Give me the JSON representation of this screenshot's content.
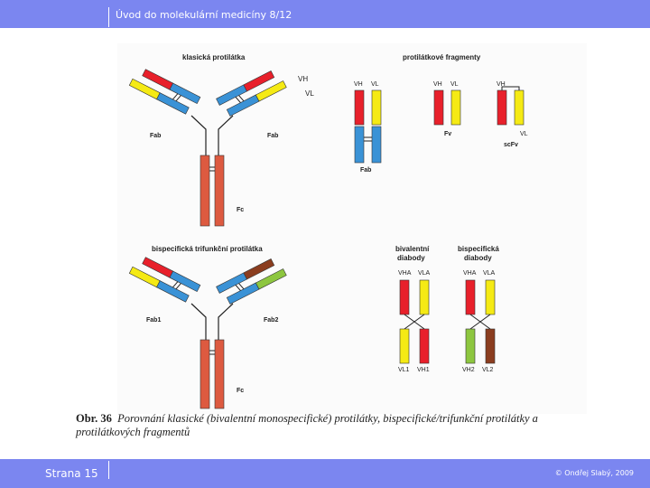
{
  "header": {
    "title": "Úvod do molekulární medicíny 8/12"
  },
  "footer": {
    "page": "Strana 15",
    "copyright": "© Ondřej Slabý, 2009"
  },
  "colors": {
    "bar": "#7b86f0",
    "vh": "#e8202b",
    "vl": "#f5ea14",
    "blue": "#3a92d6",
    "fc": "#dd5a40",
    "green": "#8dc63f",
    "brown": "#8b3d1f"
  },
  "figure": {
    "classic": {
      "title": "klasická protilátka",
      "vh": "VH",
      "vl": "VL",
      "fab_left": "Fab",
      "fab_right": "Fab",
      "fc": "Fc"
    },
    "fragments": {
      "title": "protilátkové fragmenty",
      "vh": "VH",
      "vl": "VL",
      "fab": "Fab",
      "fv": "Fv",
      "scfv": "scFv"
    },
    "bispecific": {
      "title": "bispecifická trifunkční protilátka",
      "fab1": "Fab1",
      "fab2": "Fab2",
      "fc": "Fc"
    },
    "diabody_biv": {
      "title_line1": "bivalentní",
      "title_line2": "diabody",
      "vha": "VHA",
      "vla": "VLA",
      "vl1": "VL1",
      "vh1": "VH1"
    },
    "diabody_bis": {
      "title_line1": "bispecifická",
      "title_line2": "diabody",
      "vha": "VHA",
      "vla": "VLA",
      "vh2": "VH2",
      "vl2": "VL2"
    }
  },
  "caption": {
    "number": "Obr. 36",
    "text": "Porovnání klasické (bivalentní monospecifické) protilátky, bispecifické/trifunkční protilátky a protilátkových fragmentů"
  }
}
